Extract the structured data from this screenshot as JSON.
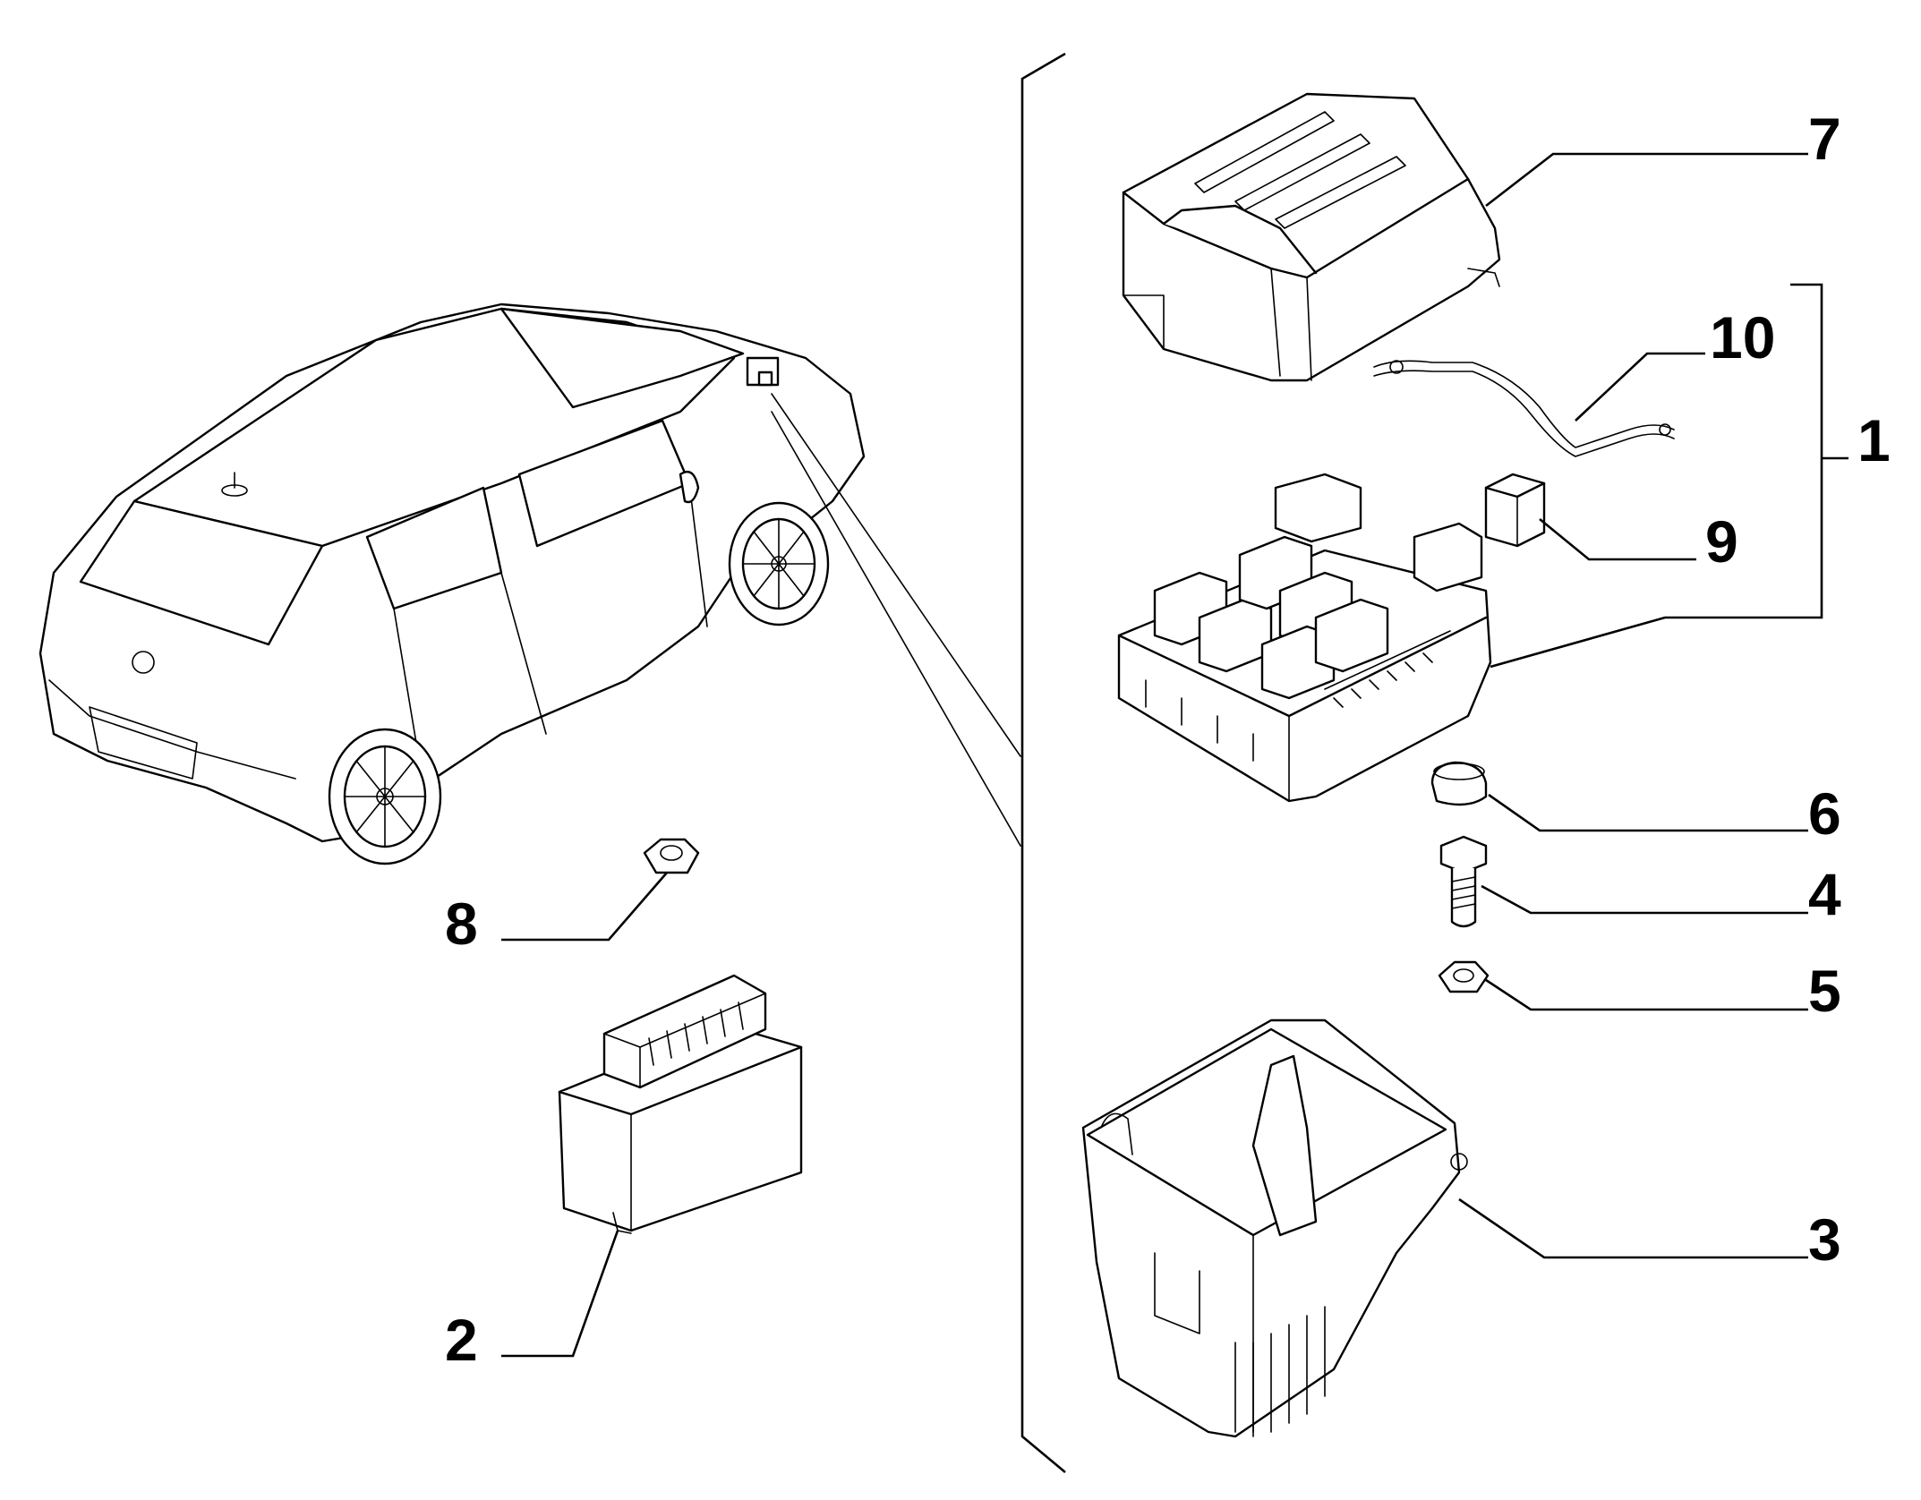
{
  "callouts": [
    {
      "id": "7",
      "label": "7"
    },
    {
      "id": "10",
      "label": "10"
    },
    {
      "id": "1",
      "label": "1"
    },
    {
      "id": "9",
      "label": "9"
    },
    {
      "id": "6",
      "label": "6"
    },
    {
      "id": "4",
      "label": "4"
    },
    {
      "id": "5",
      "label": "5"
    },
    {
      "id": "3",
      "label": "3"
    },
    {
      "id": "8",
      "label": "8"
    },
    {
      "id": "2",
      "label": "2"
    }
  ],
  "colors": {
    "line": "#000000",
    "background": "#ffffff"
  }
}
